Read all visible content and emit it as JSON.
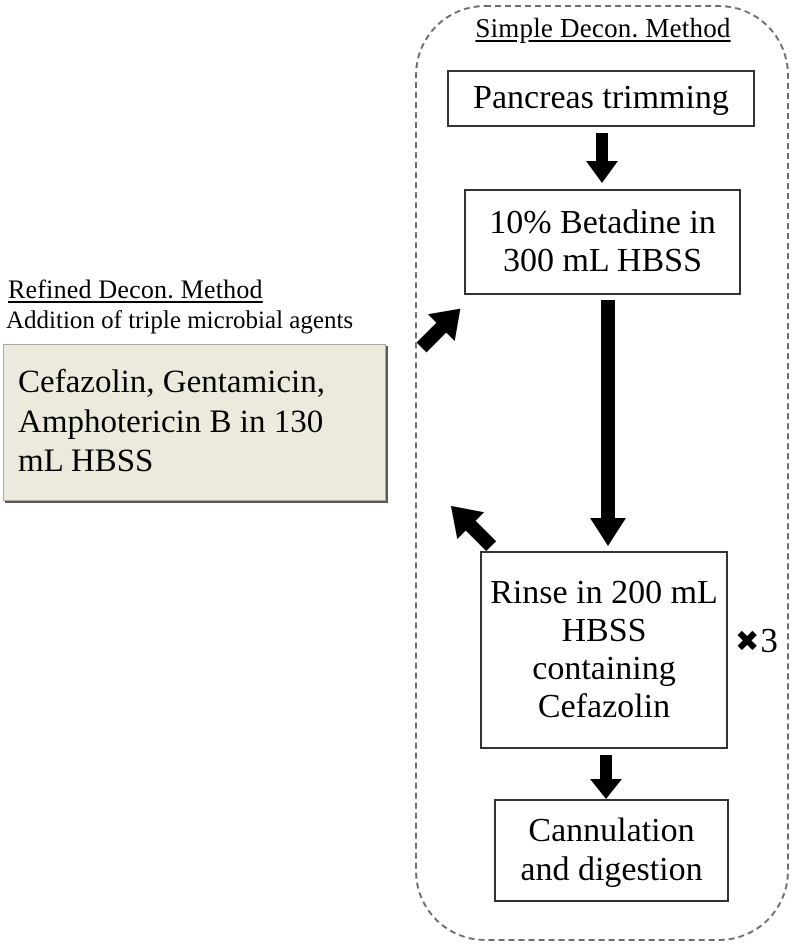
{
  "figure": {
    "type": "flowchart",
    "groups": [
      {
        "id": "simple-decon",
        "title": "Simple Decon. Method",
        "title_underlined": true
      },
      {
        "id": "refined-decon",
        "title": "Refined Decon. Method",
        "subtitle": "Addition of triple microbial agents",
        "title_underlined": true
      }
    ],
    "nodes": [
      {
        "id": "pancreas",
        "label": "Pancreas trimming"
      },
      {
        "id": "betadine",
        "label": "10% Betadine in 300 mL HBSS"
      },
      {
        "id": "agents",
        "label": "Cefazolin, Gentamicin, Amphotericin B in 130 mL HBSS",
        "fill": "#eceadd"
      },
      {
        "id": "rinse",
        "label": "Rinse in 200 mL HBSS containing Cefazolin"
      },
      {
        "id": "cannulate",
        "label": "Cannulation and digestion"
      }
    ],
    "annotations": [
      {
        "id": "repeat",
        "symbol": "✖",
        "count": "3",
        "attached_to": "rinse"
      }
    ],
    "edges": [
      {
        "from": "pancreas",
        "to": "betadine",
        "style": "short-down"
      },
      {
        "from": "betadine",
        "to": "rinse",
        "style": "long-down"
      },
      {
        "from": "betadine",
        "to": "agents",
        "style": "diagonal-down-left"
      },
      {
        "from": "agents",
        "to": "rinse",
        "style": "diagonal-down-right"
      },
      {
        "from": "rinse",
        "to": "cannulate",
        "style": "short-down"
      }
    ],
    "colors": {
      "box_border": "#333333",
      "box_fill": "#ffffff",
      "agents_fill": "#eceadd",
      "agents_border": "#a8a89c",
      "dashed_border": "#6d6d6d",
      "arrow": "#000000",
      "text": "#000000"
    }
  }
}
